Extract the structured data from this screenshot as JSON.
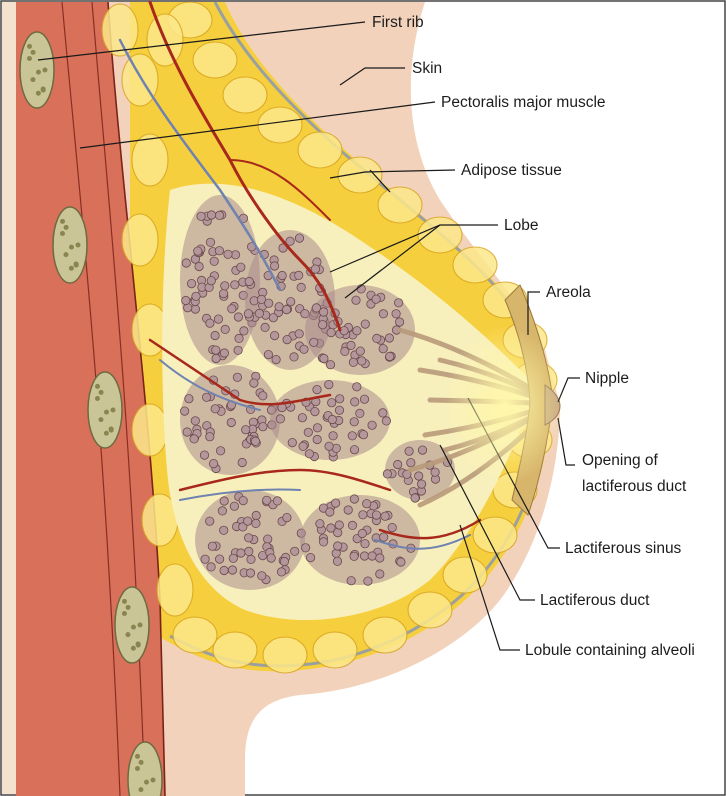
{
  "labels": {
    "first_rib": "First rib",
    "skin": "Skin",
    "pectoralis": "Pectoralis major muscle",
    "adipose": "Adipose tissue",
    "lobe": "Lobe",
    "areola": "Areola",
    "nipple": "Nipple",
    "opening_line1": "Opening of",
    "opening_line2": "lactiferous duct",
    "sinus": "Lactiferous sinus",
    "duct": "Lactiferous duct",
    "lobule": "Lobule containing alveoli"
  },
  "colors": {
    "skin": "#f2d2bb",
    "muscle": "#d8705a",
    "fat": "#f6cf3e",
    "fat_highlight": "#fce88a",
    "tissue_cream": "#f8f0bc",
    "lobe": "#a98a8c",
    "vessel_red": "#a8281c",
    "vessel_blue": "#6f82b0",
    "rib": "#c9c596"
  }
}
